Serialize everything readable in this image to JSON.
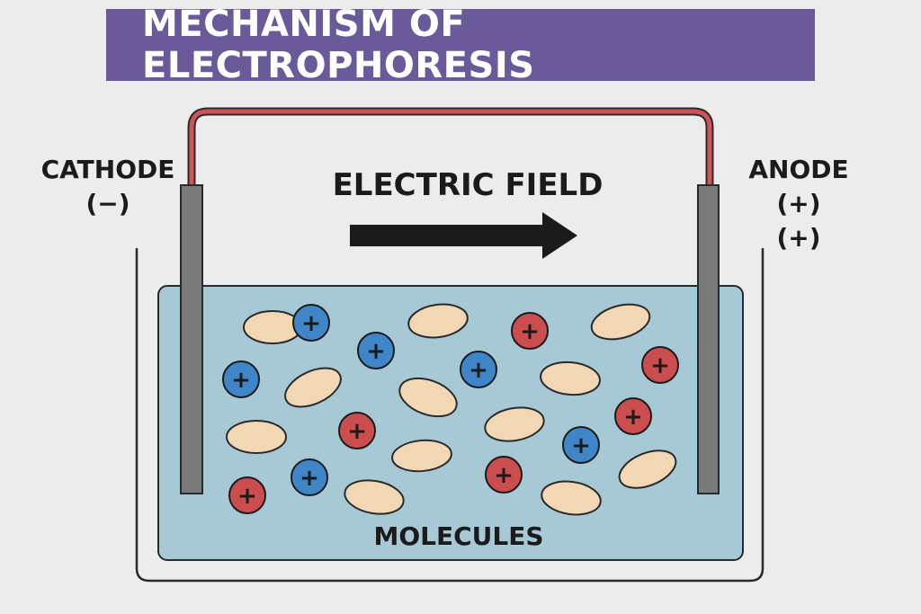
{
  "title": "MECHANISM OF ELECTROPHORESIS",
  "cathode": {
    "line1": "CATHODE",
    "line2": "(−)"
  },
  "anode": {
    "line1": "ANODE (+)",
    "line2": "(+)"
  },
  "field_label": "ELECTRIC FIELD",
  "molecules_label": "MOLECULES",
  "ion_symbol": "+",
  "colors": {
    "title_bg": "#6a5a99",
    "buffer": "#a7c9d6",
    "wire": "#cf5457",
    "electrode": "#7a7a7a",
    "molecule": "#f2d7b4",
    "positive_ion": "#cc4d4d",
    "blue_ion": "#3f86c9"
  }
}
